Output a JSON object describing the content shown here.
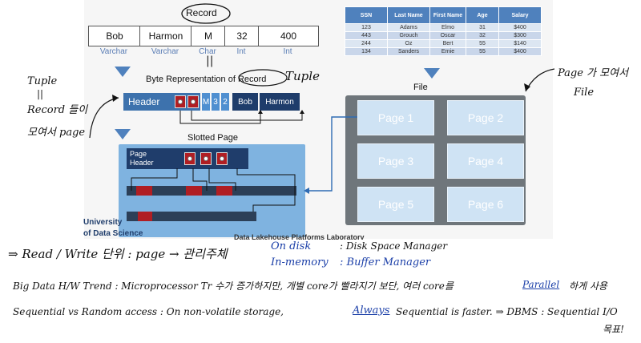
{
  "record": {
    "title": "Record",
    "cells": [
      {
        "value": "Bob",
        "type": "Varchar"
      },
      {
        "value": "Harmon",
        "type": "Varchar"
      },
      {
        "value": "M",
        "type": "Char"
      },
      {
        "value": "32",
        "type": "Int"
      },
      {
        "value": "400",
        "type": "Int"
      }
    ]
  },
  "table": {
    "headers": [
      "SSN",
      "Last Name",
      "First Name",
      "Age",
      "Salary"
    ],
    "rows": [
      [
        "123",
        "Adams",
        "Elmo",
        "31",
        "$400"
      ],
      [
        "443",
        "Grouch",
        "Oscar",
        "32",
        "$300"
      ],
      [
        "244",
        "Oz",
        "Bert",
        "55",
        "$140"
      ],
      [
        "134",
        "Sanders",
        "Ernie",
        "55",
        "$400"
      ]
    ]
  },
  "byte_rep": {
    "title": "Byte Representation of Record",
    "header_label": "Header",
    "small_cells": [
      "M",
      "3",
      "2"
    ],
    "fields": [
      "Bob",
      "Harmon"
    ]
  },
  "slotted": {
    "title": "Slotted Page",
    "page_header": "Page Header"
  },
  "file": {
    "title": "File",
    "pages": [
      "Page 1",
      "Page 2",
      "Page 3",
      "Page 4",
      "Page 5",
      "Page 6"
    ]
  },
  "footer": {
    "university": "University",
    "of_data_science": "of Data Science",
    "lab": "Data Lakehouse Platforms Laboratory"
  },
  "annotations": {
    "tuple_top": "Tuple",
    "left_tuple": "Tuple",
    "left_eq": "||",
    "left_record": "Record 들이",
    "left_page": "모여서 page",
    "right_1": "Page 가 모여서",
    "right_2": "File",
    "record_eq": "||",
    "line1_a": "⇒ Read / Write 단위 : page → 관리주체",
    "line1_disk": "On disk",
    "line1_disk_mgr": ": Disk Space Manager",
    "line1_mem": "In-memory",
    "line1_mem_mgr": ": Buffer Manager",
    "line2_a": "Big Data H/W Trend : Microprocessor Tr 수가 증가하지만, 개별 core가 빨라지기 보단, 여러 core를",
    "line2_parallel": "Parallel",
    "line2_b": "하게 사용",
    "line3_a": "Sequential vs Random access : On non-volatile storage,",
    "line3_always": "Always",
    "line3_b": "Sequential is faster. ⇒ DBMS : Sequential I/O",
    "line3_c": "목표!"
  },
  "colors": {
    "accent_blue": "#1f3d6b",
    "record_red": "#b01e23",
    "light_blue_panel": "#7fb3e0",
    "file_panel": "#6f767b",
    "pen_blue": "#1b3fa8"
  }
}
